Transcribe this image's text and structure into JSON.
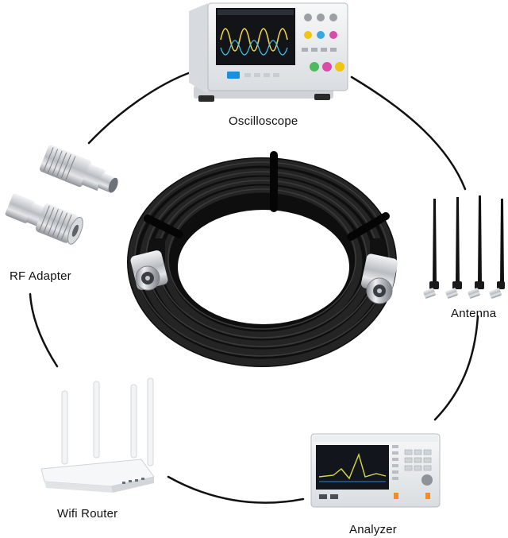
{
  "labels": {
    "oscilloscope": "Oscilloscope",
    "rf_adapter": "RF Adapter",
    "antenna": "Antenna",
    "wifi_router": "Wifi Router",
    "analyzer": "Analyzer"
  },
  "colors": {
    "background": "#ffffff",
    "ring": "#111111",
    "cable": "#141414",
    "connector_metal": "#c9ccd0",
    "device_body": "#e9ecef",
    "screen": "#1a1d22"
  },
  "icons": [
    "oscilloscope-device",
    "rf-adapter-connectors",
    "antenna-set",
    "wifi-router-device",
    "spectrum-analyzer-device",
    "coiled-coax-cable"
  ]
}
